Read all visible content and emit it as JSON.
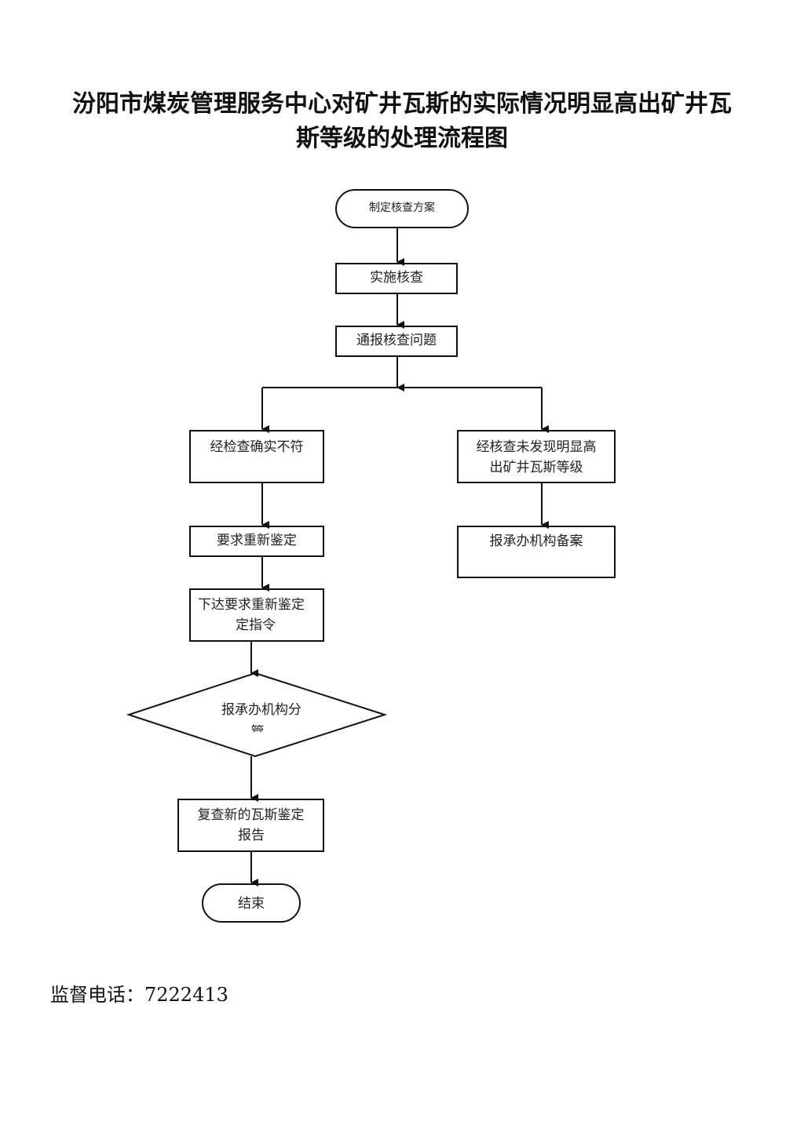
{
  "title_line1": "汾阳市煤炭管理服务中心对矿井瓦斯的实际情况明显高出矿井瓦",
  "title_line2": "斯等级的处理流程图",
  "nodes": {
    "start": "制定核查方案",
    "implement": "实施核查",
    "notify": "通报核查问题",
    "confirmed_line1": "经检查确实不符",
    "request_reappraisal": "要求重新鉴定",
    "issue_order_line1": "下达要求重新鉴定",
    "issue_order_line2": "定指令",
    "report_line1": "报承办机构分",
    "report_line2": "管",
    "review_line1": "复查新的瓦斯鉴定",
    "review_line2": "报告",
    "end": "结束",
    "not_found_line1": "经核查未发现明显高",
    "not_found_line2": "出矿井瓦斯等级",
    "file_record": "报承办机构备案"
  },
  "footer": {
    "label": "监督电话：",
    "phone": "7222413"
  }
}
